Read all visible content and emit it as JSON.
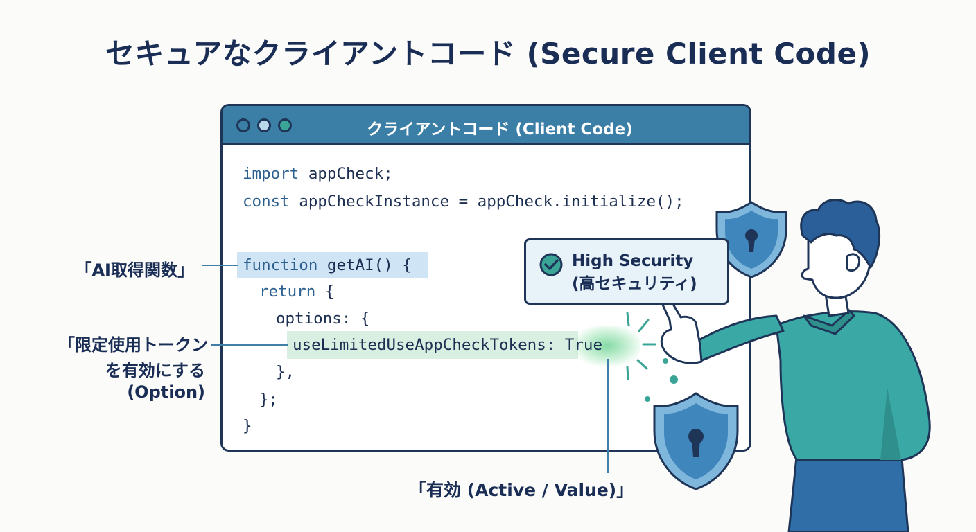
{
  "title": "セキュアなクライアントコード (Secure Client Code)",
  "window": {
    "title": "クライアントコード (Client Code)"
  },
  "code": {
    "line1_kw": "import",
    "line1_rest": " appCheck;",
    "line2_kw": "const",
    "line2_rest": " appCheckInstance = appCheck.initialize();",
    "line3_kw": "function",
    "line3_rest": " getAI() {",
    "line4_kw": "return",
    "line4_rest": " {",
    "line5": "options: {",
    "line6_key": "useLimitedUseAppCheckTokens:",
    "line6_value": "True",
    "line7": "},",
    "line8": "};",
    "line9": "}"
  },
  "labels": {
    "ai_function": "「AI取得関数」",
    "limited_line1": "「限定使用トークン",
    "limited_line2": "を有効にする",
    "limited_line3": "(Option)",
    "active_value": "「有効 (Active / Value)」"
  },
  "badge": {
    "line1": "High Security",
    "line2": "(高セキュリティ)"
  },
  "icons": [
    "check-circle-icon",
    "shield-lock-icon",
    "shield-lock-icon"
  ],
  "colors": {
    "title": "#1a2d55",
    "titlebar": "#3b7ea6",
    "highlight_blue": "#cfe4f4",
    "highlight_green": "#d8efe1",
    "person_shirt": "#3aa9a6",
    "person_hair": "#2a5f9a"
  }
}
